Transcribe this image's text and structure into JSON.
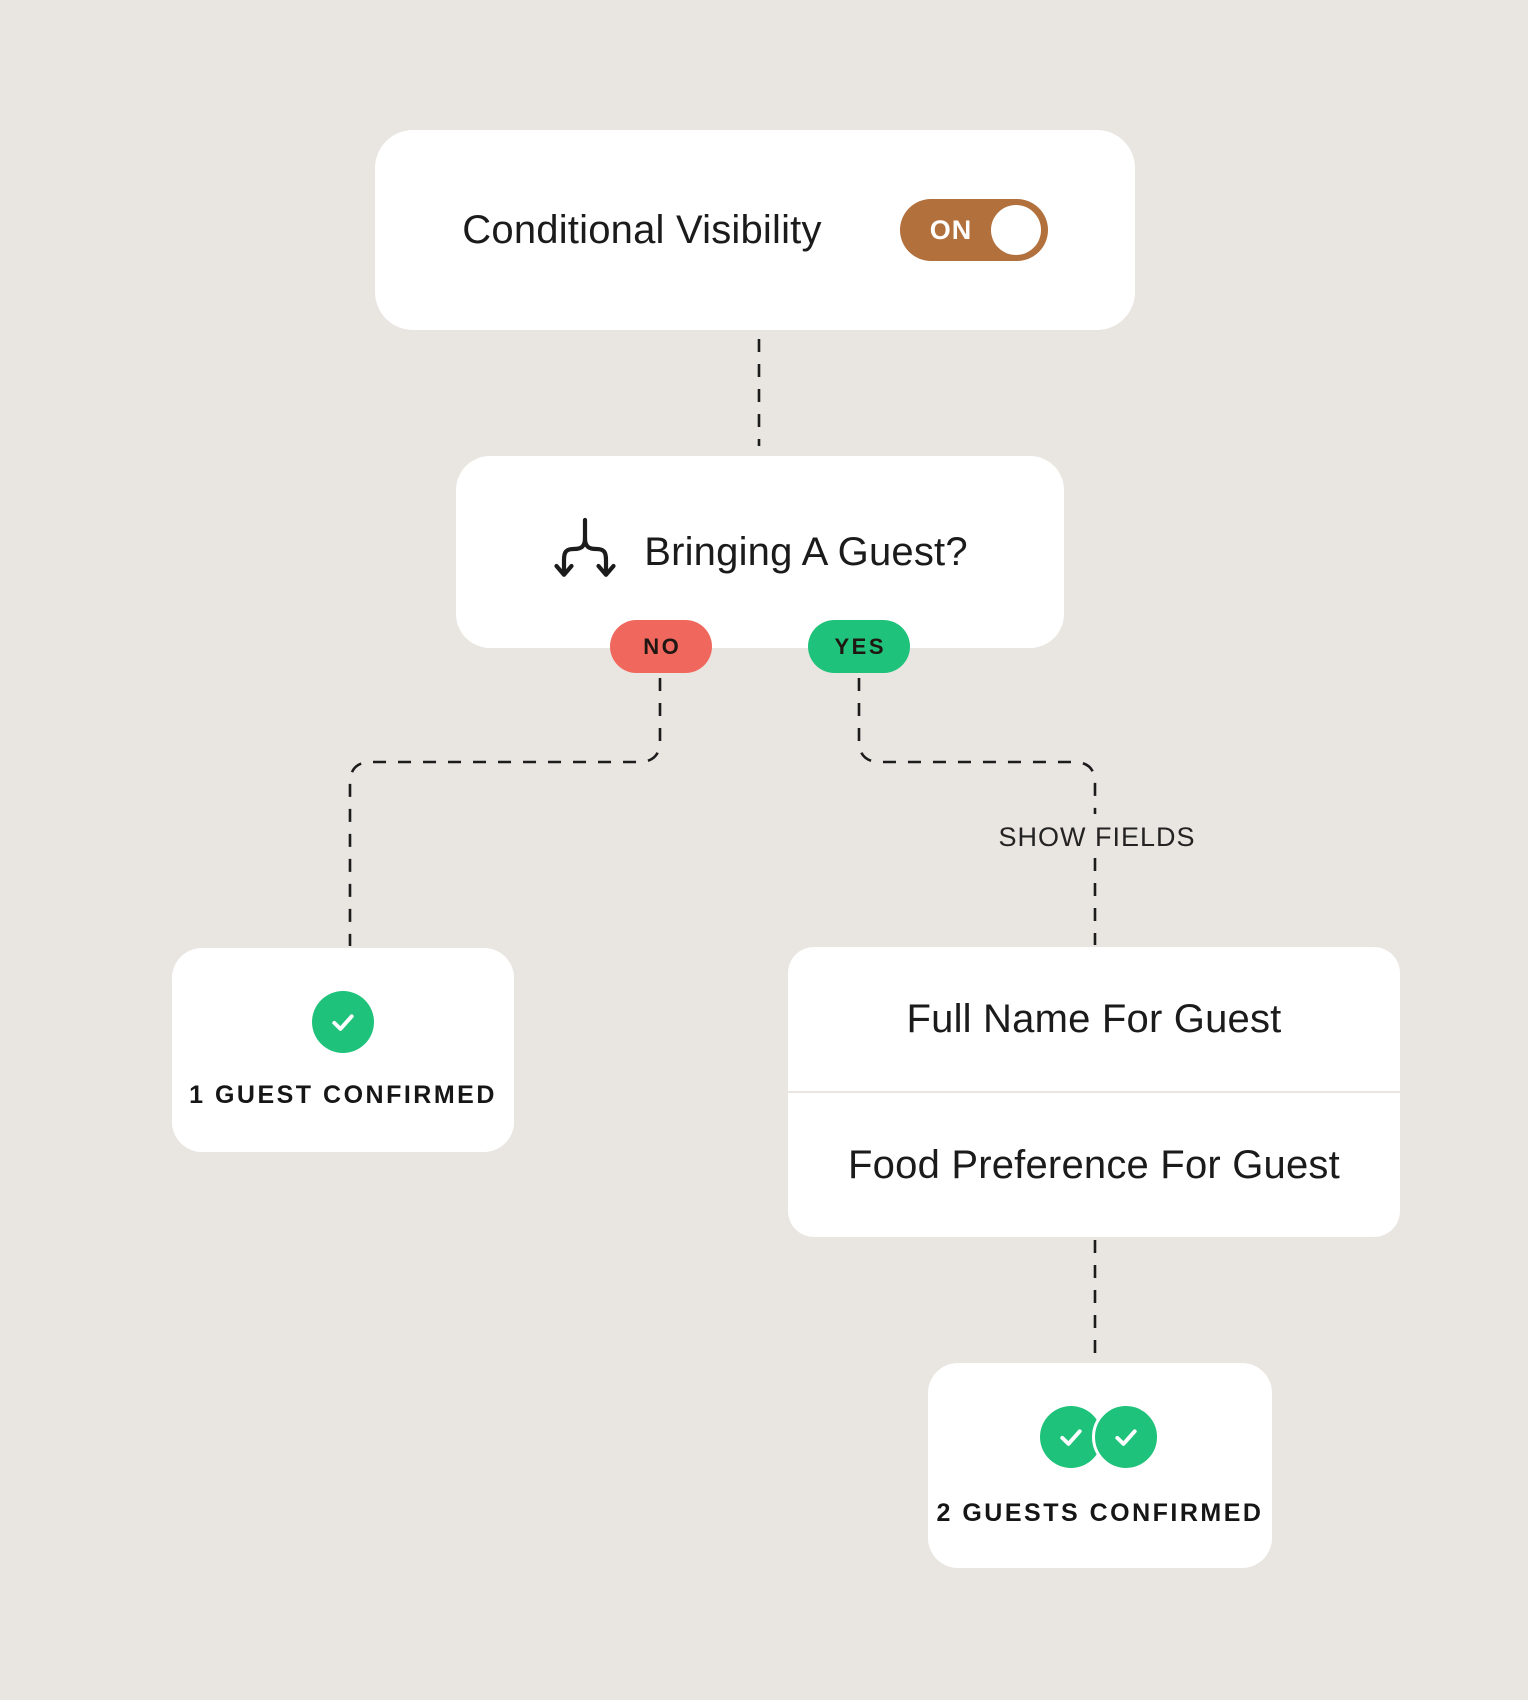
{
  "colors": {
    "background": "#E9E5E0",
    "card": "#FFFFFF",
    "toggle_on": "#B2703C",
    "pill_no": "#F0685D",
    "pill_yes": "#1FC27A",
    "check_green": "#1FC27A",
    "text": "#1C1C1C"
  },
  "root_card": {
    "title": "Conditional Visibility",
    "toggle_label": "ON"
  },
  "question_card": {
    "title": "Bringing A Guest?"
  },
  "branch_pills": {
    "no": "NO",
    "yes": "YES"
  },
  "no_branch": {
    "status": "1 GUEST CONFIRMED"
  },
  "yes_branch": {
    "label": "SHOW FIELDS",
    "fields": [
      "Full Name For Guest",
      "Food Preference For Guest"
    ],
    "status": "2 GUESTS CONFIRMED"
  }
}
